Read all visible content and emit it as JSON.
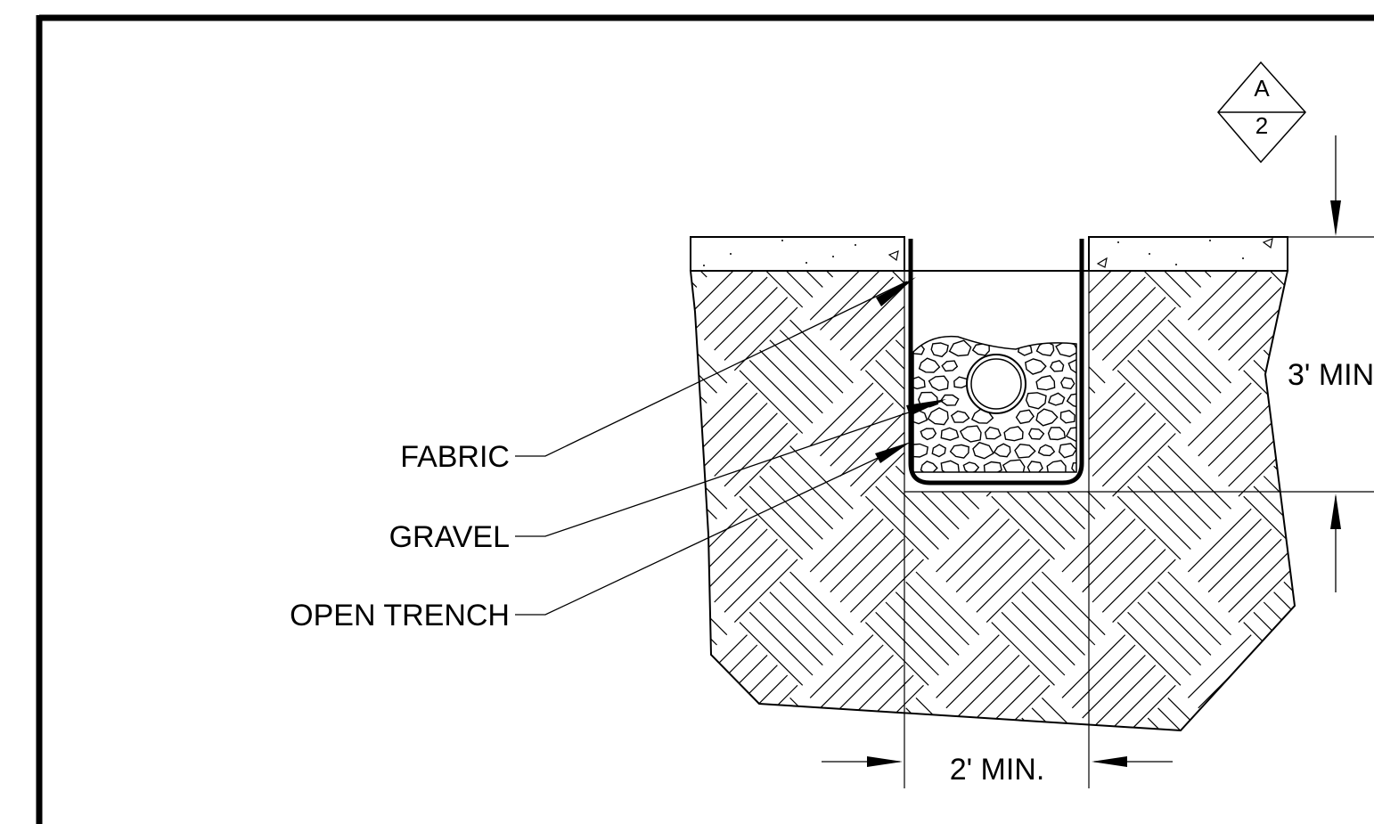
{
  "labels": {
    "fabric": "FABRIC",
    "gravel": "GRAVEL",
    "open_trench": "OPEN TRENCH"
  },
  "dimensions": {
    "width": "2' MIN.",
    "depth": "3' MIN."
  },
  "section_marker": {
    "top": "A",
    "bottom": "2"
  },
  "colors": {
    "line": "#000000",
    "background": "#ffffff"
  }
}
